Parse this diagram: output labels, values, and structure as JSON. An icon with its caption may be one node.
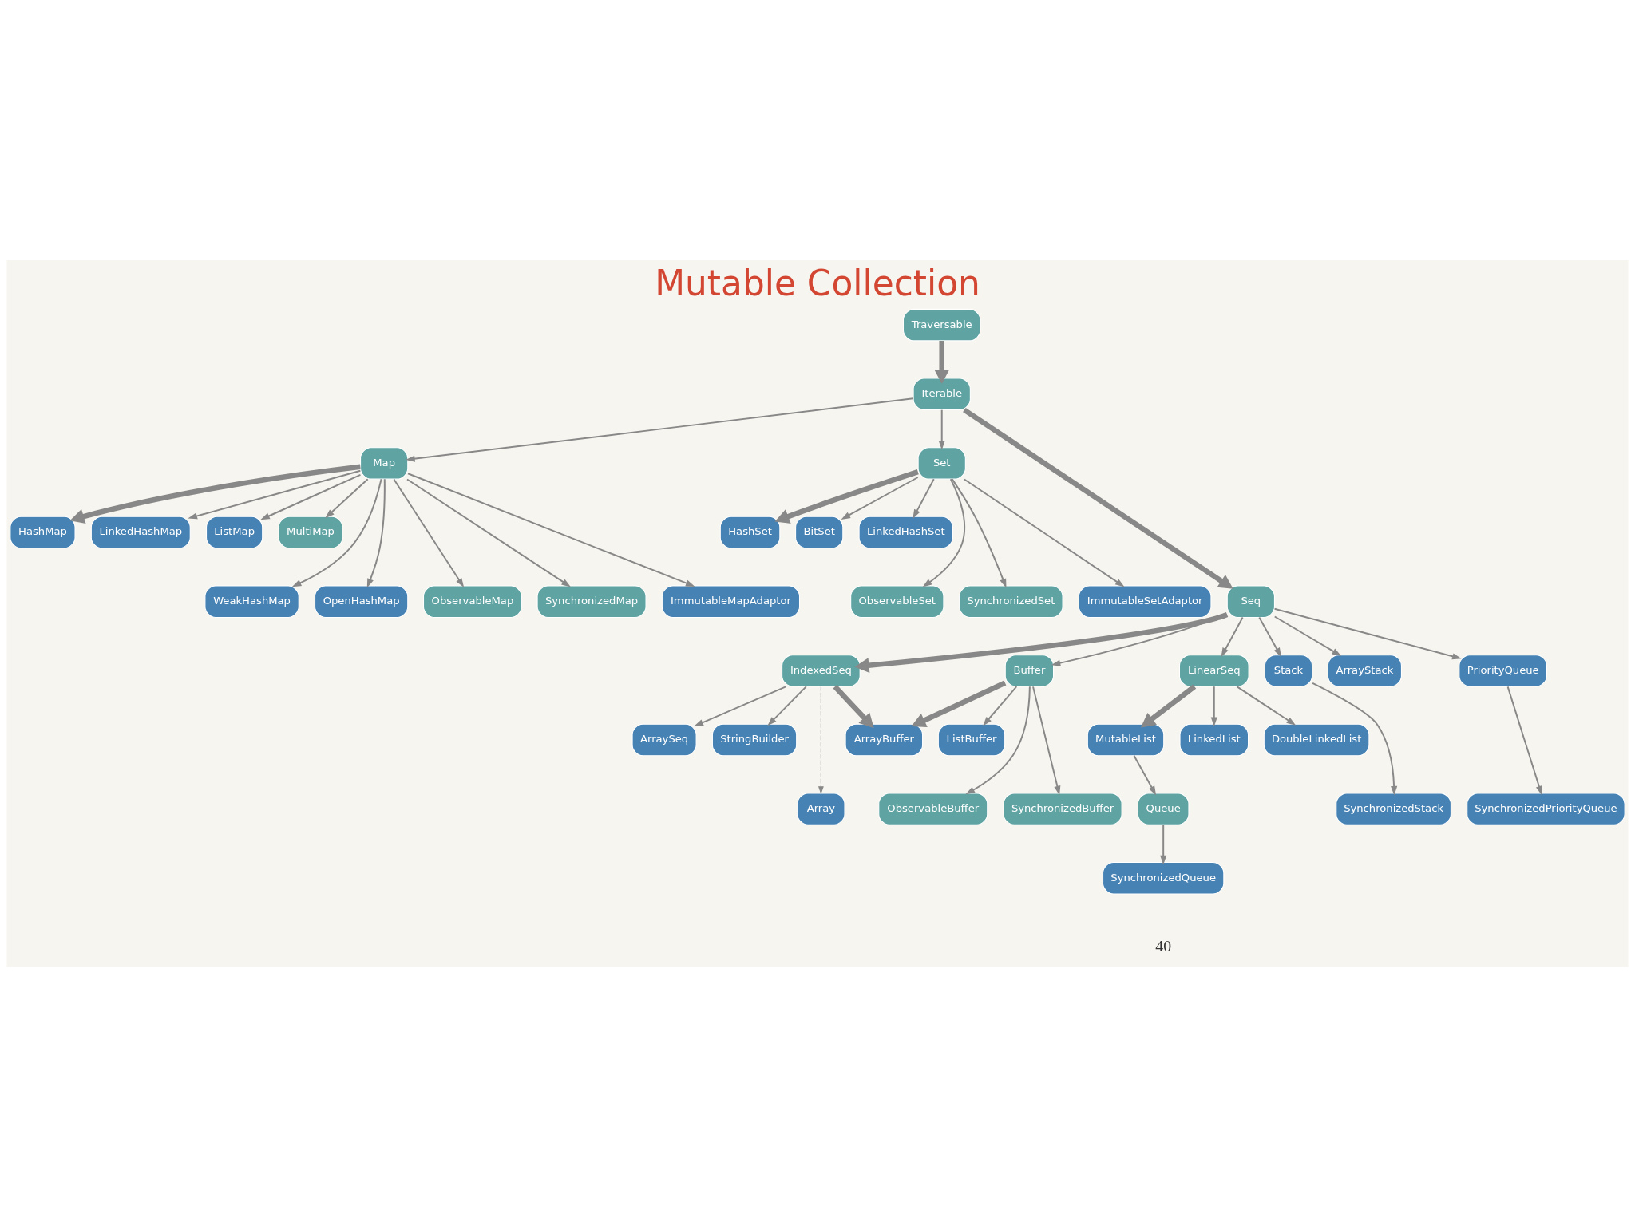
{
  "diagram": {
    "title": "Mutable Collection",
    "nodes": [
      {
        "text": [
          "Traversable"
        ]
      },
      {
        "text": [
          "Iterable"
        ]
      },
      {
        "text": [
          "Map"
        ]
      },
      {
        "text": [
          "Set"
        ]
      },
      {
        "text": [
          "HashMap"
        ]
      },
      {
        "text": [
          "LinkedHashMap"
        ]
      },
      {
        "text": [
          "ListMap"
        ]
      },
      {
        "text": [
          "MultiMap"
        ]
      },
      {
        "text": [
          "HashSet"
        ]
      },
      {
        "text": [
          "BitSet"
        ]
      },
      {
        "text": [
          "LinkedHashSet"
        ]
      },
      {
        "text": [
          "WeakHashMap"
        ]
      },
      {
        "text": [
          "OpenHashMap"
        ]
      },
      {
        "text": [
          "ObservableMap"
        ]
      },
      {
        "text": [
          "SynchronizedMap"
        ]
      },
      {
        "text": [
          "ImmutableMapAdaptor"
        ]
      },
      {
        "text": [
          "ObservableSet"
        ]
      },
      {
        "text": [
          "SynchronizedSet"
        ]
      },
      {
        "text": [
          "ImmutableSetAdaptor"
        ]
      },
      {
        "text": [
          "Seq"
        ]
      },
      {
        "text": [
          "IndexedSeq"
        ]
      },
      {
        "text": [
          "Buffer"
        ]
      },
      {
        "text": [
          "LinearSeq"
        ]
      },
      {
        "text": [
          "ArraySeq"
        ]
      },
      {
        "text": [
          "StringBuilder"
        ]
      },
      {
        "text": [
          "ArrayBuffer"
        ]
      },
      {
        "text": [
          "ListBuffer"
        ]
      },
      {
        "text": [
          "Stack"
        ]
      },
      {
        "text": [
          "ArrayStack"
        ]
      },
      {
        "text": [
          "PriorityQueue"
        ]
      },
      {
        "text": [
          "MutableList"
        ]
      },
      {
        "text": [
          "LinkedList"
        ]
      },
      {
        "text": [
          "DoubleLinkedList"
        ]
      },
      {
        "text": [
          "Array"
        ]
      },
      {
        "text": [
          "ObservableBuffer"
        ]
      },
      {
        "text": [
          "SynchronizedBuffer"
        ]
      },
      {
        "text": [
          "SynchronizedStack"
        ]
      },
      {
        "text": [
          "SynchronizedPriorityQueue"
        ]
      },
      {
        "text": [
          "Queue"
        ]
      },
      {
        "text": [
          "SynchronizedQueue"
        ]
      }
    ],
    "edges": [
      {
        "from": 0,
        "to": 1,
        "arrow": "to",
        "style": "thick"
      },
      {
        "from": 1,
        "to": 2,
        "arrow": "to"
      },
      {
        "from": 1,
        "to": 3,
        "arrow": "to"
      },
      {
        "from": 1,
        "to": 19,
        "arrow": "to",
        "style": "thick"
      },
      {
        "from": 2,
        "to": 4,
        "arrow": "to",
        "style": "thick"
      },
      {
        "from": 2,
        "to": 11,
        "arrow": "to"
      },
      {
        "from": 2,
        "to": 12,
        "arrow": "to"
      },
      {
        "from": 2,
        "to": 5,
        "arrow": "to"
      },
      {
        "from": 2,
        "to": 13,
        "arrow": "to"
      },
      {
        "from": 2,
        "to": 14,
        "arrow": "to"
      },
      {
        "from": 2,
        "to": 15,
        "arrow": "to"
      },
      {
        "from": 2,
        "to": 6,
        "arrow": "to"
      },
      {
        "from": 2,
        "to": 7,
        "arrow": "to"
      },
      {
        "from": 3,
        "to": 8,
        "arrow": "to",
        "style": "thick"
      },
      {
        "from": 3,
        "to": 9,
        "arrow": "to"
      },
      {
        "from": 3,
        "to": 16,
        "arrow": "to"
      },
      {
        "from": 3,
        "to": 17,
        "arrow": "to"
      },
      {
        "from": 3,
        "to": 18,
        "arrow": "to"
      },
      {
        "from": 3,
        "to": 10,
        "arrow": "to"
      },
      {
        "from": 19,
        "to": 20,
        "arrow": "to",
        "style": "thick"
      },
      {
        "from": 19,
        "to": 21,
        "arrow": "to"
      },
      {
        "from": 19,
        "to": 27,
        "arrow": "to"
      },
      {
        "from": 19,
        "to": 28,
        "arrow": "to"
      },
      {
        "from": 19,
        "to": 29,
        "arrow": "to"
      },
      {
        "from": 19,
        "to": 22,
        "arrow": "to"
      },
      {
        "from": 20,
        "to": 23,
        "arrow": "to"
      },
      {
        "from": 20,
        "to": 33,
        "arrow": "to",
        "style": "dashed"
      },
      {
        "from": 20,
        "to": 24,
        "arrow": "to"
      },
      {
        "from": 20,
        "to": 25,
        "arrow": "to",
        "style": "thick"
      },
      {
        "from": 21,
        "to": 25,
        "arrow": "to",
        "style": "thick"
      },
      {
        "from": 21,
        "to": 34,
        "arrow": "to"
      },
      {
        "from": 21,
        "to": 35,
        "arrow": "to"
      },
      {
        "from": 21,
        "to": 26,
        "arrow": "to"
      },
      {
        "from": 22,
        "to": 30,
        "arrow": "to",
        "style": "thick"
      },
      {
        "from": 22,
        "to": 31,
        "arrow": "to"
      },
      {
        "from": 22,
        "to": 32,
        "arrow": "to"
      },
      {
        "from": 27,
        "to": 36,
        "arrow": "to"
      },
      {
        "from": 29,
        "to": 37,
        "arrow": "to"
      },
      {
        "from": 30,
        "to": 38,
        "arrow": "to"
      },
      {
        "from": 38,
        "to": 39,
        "arrow": "to"
      }
    ],
    "labels": [
      "40"
    ]
  }
}
